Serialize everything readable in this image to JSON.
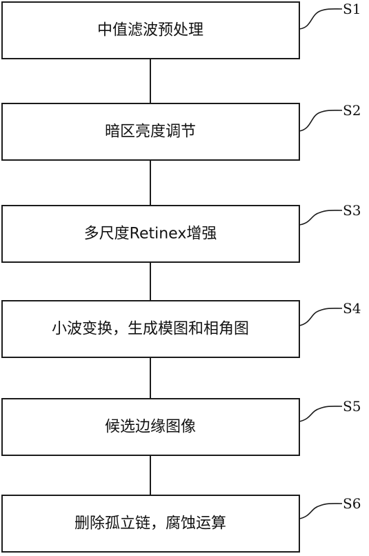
{
  "steps": [
    {
      "id": "S1",
      "text": "中值滤波预处理"
    },
    {
      "id": "S2",
      "text": "暗区亮度调节"
    },
    {
      "id": "S3",
      "text": "多尺度Retinex增强"
    },
    {
      "id": "S4",
      "text": "小波变换，生成模图和相角图"
    },
    {
      "id": "S5",
      "text": "候选边缘图像"
    },
    {
      "id": "S6",
      "text": "删除孤立链，腐蚀运算"
    }
  ],
  "colors": {
    "stroke": "#1a1a1a",
    "text": "#111111",
    "background": "#ffffff"
  }
}
